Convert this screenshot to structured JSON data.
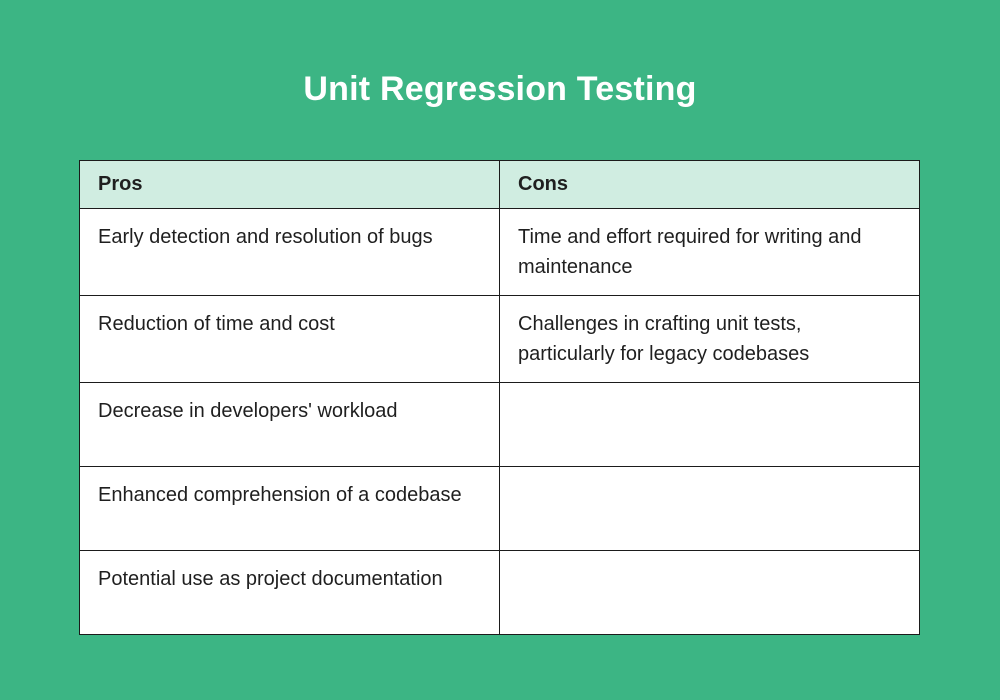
{
  "page": {
    "title": "Unit Regression Testing",
    "colors": {
      "background": "#3cb584",
      "header_bg": "#d0ede1",
      "cell_bg": "#ffffff",
      "border": "#1b1b1b",
      "text": "#1f1f1f",
      "title_text": "#ffffff"
    }
  },
  "chart_data": {
    "type": "table",
    "title": "Unit Regression Testing",
    "columns": [
      "Pros",
      "Cons"
    ],
    "rows": [
      [
        "Early detection and resolution of bugs",
        "Time and effort required for writing and maintenance"
      ],
      [
        "Reduction of time and cost",
        "Challenges in crafting unit tests, particularly for legacy codebases"
      ],
      [
        "Decrease in developers' workload",
        ""
      ],
      [
        "Enhanced comprehension of a codebase",
        ""
      ],
      [
        "Potential use as project documentation",
        ""
      ]
    ]
  }
}
